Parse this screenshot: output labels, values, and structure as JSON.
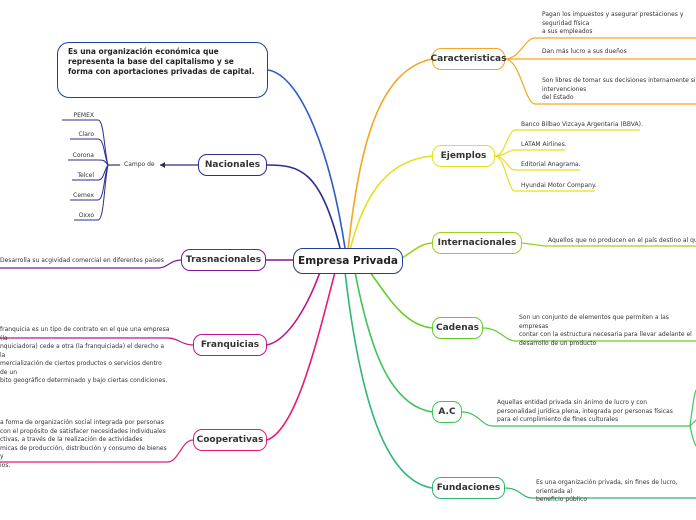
{
  "central": {
    "label": "Empresa Privada"
  },
  "callout": {
    "text": "Es una organización económica que representa la base del capitalismo y se forma con aportaciones privadas de capital."
  },
  "branches": {
    "caracteristicas": {
      "label": "Caracteristicas",
      "color": "#f5a623",
      "items": [
        "Pagan los impuestos y asegurar prestaciones y seguridad física\na sus empleados",
        "Dan más lucro a sus dueños",
        "Son libres de tomar sus decisiones internamente sin intervenciones\ndel Estado"
      ]
    },
    "ejemplos": {
      "label": "Ejemplos",
      "color": "#e6df1e",
      "items": [
        "Banco Bilbao Vizcaya Argentaria (BBVA).",
        "LATAM Airlines.",
        "Editorial Anagrama.",
        "Hyundai Motor Company."
      ]
    },
    "internacionales": {
      "label": "Internacionales",
      "color": "#9ad21e",
      "items": [
        "Aquellos que no producen en el país destino al que llegan"
      ]
    },
    "cadenas": {
      "label": "Cadenas",
      "color": "#67cc2a",
      "items": [
        "Son un conjunto de elementos que permiten a las empresas\ncontar con la estructura necesaria para llevar adelante el\ndesarrollo de un producto"
      ]
    },
    "ac": {
      "label": "A.C",
      "color": "#3fc45a",
      "items": [
        "Aquellas entidad privada sin ánimo de lucro y con\npersonalidad jurídica plena, integrada por personas físicas\npara el cumplimiento de fines culturales"
      ]
    },
    "fundaciones": {
      "label": "Fundaciones",
      "color": "#2fb872",
      "items": [
        "Es una organización privada, sin fines de lucro, orientada al\nbeneficio público"
      ]
    },
    "nacionales": {
      "label": "Nacionales",
      "color": "#2b2e8f",
      "sub": "Campo de",
      "items": [
        "PEMEX",
        "Claro",
        "Corona",
        "Telcel",
        "Cemex",
        "Oxxo"
      ]
    },
    "trasnacionales": {
      "label": "Trasnacionales",
      "color": "#7a1a9a",
      "items": [
        "Desarrolla su acgividad comercial en diferentes paises"
      ]
    },
    "franquicias": {
      "label": "Franquicias",
      "color": "#c0148c",
      "items": [
        "franquicia es un tipo de contrato en el que una empresa (la\nnquiciadora) cede a otra (la franquiciada) el derecho a la\nmercialización de ciertos productos o servicios dentro de un\nbito geográfico determinado y bajo ciertas condiciones."
      ]
    },
    "cooperativas": {
      "label": "Cooperativas",
      "color": "#e41c78",
      "items": [
        "a forma de organización social integrada por personas\n con el propósito de satisfacer necesidades individuales\nctivas, a través de la realización de actividades\nmicas de producción, distribución y consumo de bienes y\nios."
      ]
    }
  }
}
